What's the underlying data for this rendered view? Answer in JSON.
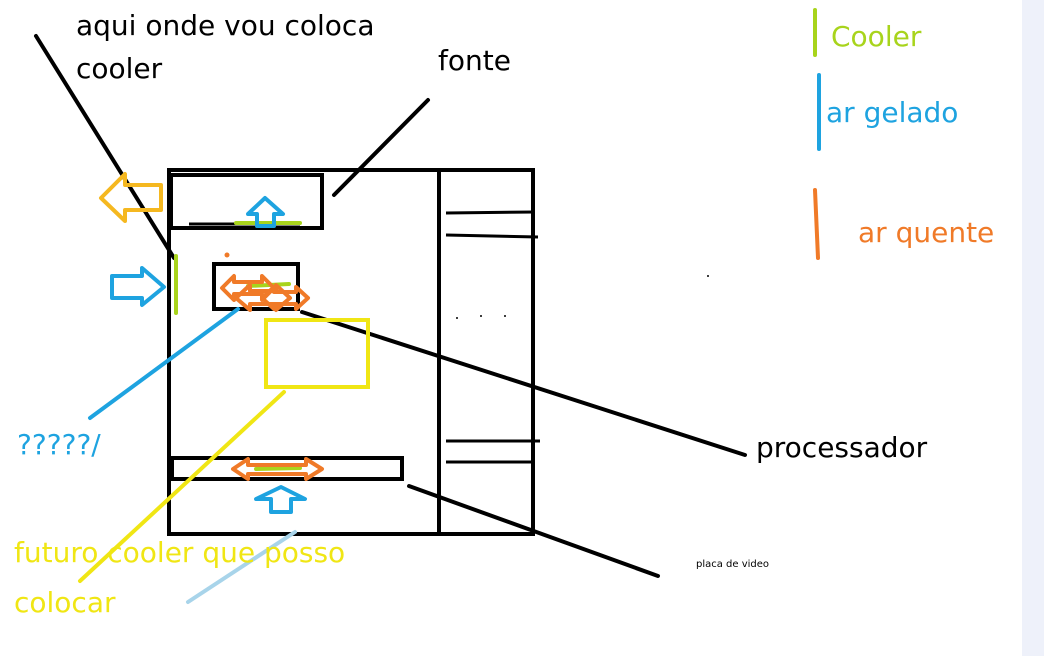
{
  "annotations": {
    "cooler_location": "aqui onde vou coloca\ncooler",
    "power_supply": "fonte",
    "unknown": "?????/",
    "processor": "processador",
    "future_cooler": "futuro cooler que posso\ncolocar",
    "video_card": "placa de video"
  },
  "legend": {
    "cooler": "Cooler",
    "cold_air": "ar gelado",
    "hot_air": "ar quente"
  },
  "colors": {
    "outline": "#000000",
    "cooler": "#a8d41c",
    "cold_air": "#1ea3e0",
    "hot_air": "#f07a28",
    "exhaust": "#f5b820",
    "future_cooler": "#f0e614",
    "light_blue": "#a8d4ea",
    "background_strip": "#eef1fa"
  }
}
